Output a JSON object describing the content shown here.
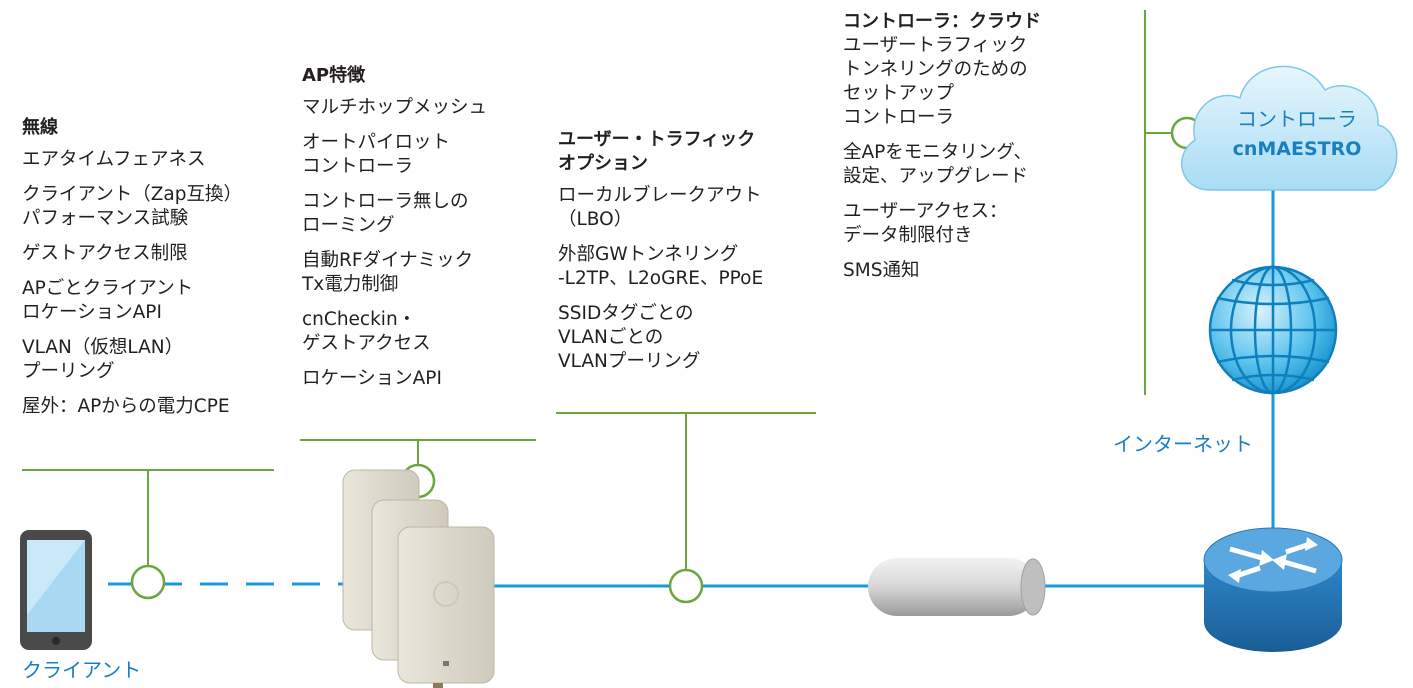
{
  "columns": {
    "wireless": {
      "title": "無線",
      "items": [
        "エアタイムフェアネス",
        "クライアント（Zap互換）\nパフォーマンス試験",
        "ゲストアクセス制限",
        "APごとクライアント\nロケーションAPI",
        "VLAN（仮想LAN）\nプーリング",
        "屋外：APからの電力CPE"
      ]
    },
    "ap_features": {
      "title": "AP特徴",
      "items": [
        "マルチホップメッシュ",
        "オートパイロット\nコントローラ",
        "コントローラ無しの\nローミング",
        "自動RFダイナミック\nTx電力制御",
        "cnCheckin・\nゲストアクセス",
        "ロケーションAPI"
      ]
    },
    "user_traffic": {
      "title": "ユーザー・トラフィック\nオプション",
      "items": [
        "ローカルブレークアウト\n（LBO）",
        "外部GWトンネリング\n-L2TP、L2oGRE、PPoE",
        "SSIDタグごとの\nVLANごとの\nVLANプーリング"
      ]
    },
    "controller_cloud": {
      "title": "コントローラ：クラウド",
      "items": [
        "ユーザートラフィック\nトンネリングのための\nセットアップ\nコントローラ",
        "全APをモニタリング、\n設定、アップグレード",
        "ユーザーアクセス：\nデータ制限付き",
        "SMS通知"
      ]
    }
  },
  "labels": {
    "client": "クライアント",
    "internet": "インターネット",
    "cloud_line1": "コントローラ",
    "cloud_line2": "cnMAESTRO"
  },
  "colors": {
    "green_line": "#6aa63e",
    "blue_line": "#1a9ad6",
    "label_blue": "#1a7fc1",
    "cloud_fill": "#bfe6f8",
    "globe": "#1aa6e0",
    "router": "#2b8fd0"
  }
}
